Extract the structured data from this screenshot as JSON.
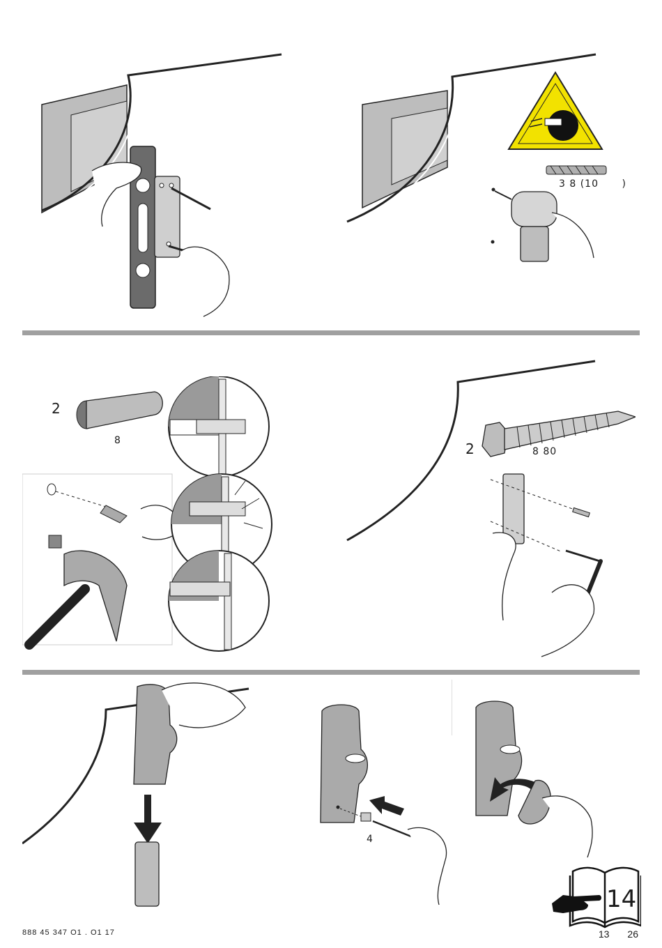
{
  "step1_drill": {
    "label_main": "3  8  (10",
    "label_close": ")"
  },
  "step2_plug": {
    "quantity": "2",
    "size": "8"
  },
  "step2_screw": {
    "quantity": "2",
    "size": "8   80"
  },
  "step3_key": {
    "size": "4"
  },
  "next_page": {
    "number": "14"
  },
  "footer": {
    "code": "888 45 347     O1     .     O1 17",
    "page_current": "13",
    "page_total": "26"
  }
}
